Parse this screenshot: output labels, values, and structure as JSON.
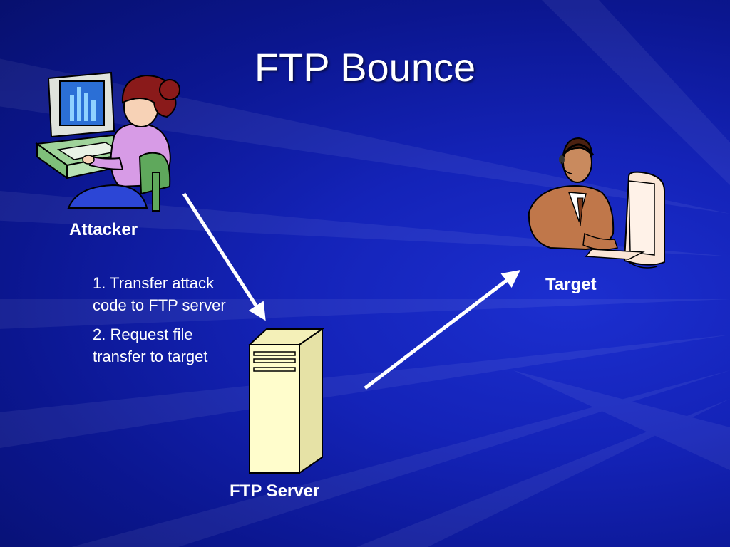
{
  "slide": {
    "title": "FTP Bounce",
    "labels": {
      "attacker": "Attacker",
      "target": "Target",
      "server": "FTP Server"
    },
    "steps": [
      "1. Transfer attack code to FTP server",
      "2. Request file transfer to target"
    ]
  },
  "colors": {
    "background": "#1423b8",
    "text": "#ffffff",
    "server_fill": "#fffdcc",
    "arrow": "#ffffff"
  },
  "icons": {
    "attacker": "person-at-computer-icon",
    "target": "man-with-headset-at-computer-icon",
    "server": "server-tower-icon"
  }
}
